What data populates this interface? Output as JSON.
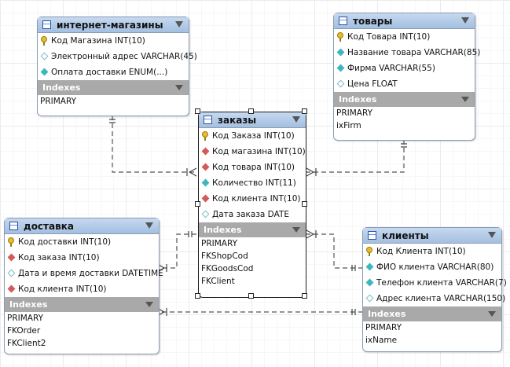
{
  "tables": [
    {
      "id": "internet_shops",
      "title": "интернет-магазины",
      "columns": [
        {
          "text": "Код Магазина INT(10)",
          "icon": "primary-key-icon"
        },
        {
          "text": "Электронный адрес VARCHAR(45)",
          "icon": "nullable-column-icon"
        },
        {
          "text": "Оплата доставки ENUM(...)",
          "icon": "not-null-column-icon"
        }
      ],
      "indexes_label": "Indexes",
      "indexes": [
        "PRIMARY"
      ]
    },
    {
      "id": "goods",
      "title": "товары",
      "columns": [
        {
          "text": "Код Товара INT(10)",
          "icon": "primary-key-icon"
        },
        {
          "text": "Название товара VARCHAR(85)",
          "icon": "not-null-column-icon"
        },
        {
          "text": "Фирма VARCHAR(55)",
          "icon": "not-null-column-icon"
        },
        {
          "text": "Цена FLOAT",
          "icon": "nullable-column-icon"
        }
      ],
      "indexes_label": "Indexes",
      "indexes": [
        "PRIMARY",
        "ixFirm"
      ]
    },
    {
      "id": "orders",
      "title": "заказы",
      "columns": [
        {
          "text": "Код Заказа INT(10)",
          "icon": "primary-key-icon"
        },
        {
          "text": "Код магазина INT(10)",
          "icon": "foreign-key-icon"
        },
        {
          "text": "Код товара INT(10)",
          "icon": "foreign-key-icon"
        },
        {
          "text": "Количество INT(11)",
          "icon": "not-null-column-icon"
        },
        {
          "text": "Код клиента INT(10)",
          "icon": "foreign-key-icon"
        },
        {
          "text": "Дата заказа DATE",
          "icon": "nullable-column-icon"
        }
      ],
      "indexes_label": "Indexes",
      "indexes": [
        "PRIMARY",
        "FKShopCod",
        "FKGoodsCod",
        "FKClient"
      ]
    },
    {
      "id": "delivery",
      "title": "доставка",
      "columns": [
        {
          "text": "Код доставки INT(10)",
          "icon": "primary-key-icon"
        },
        {
          "text": "Код заказа INT(10)",
          "icon": "foreign-key-icon"
        },
        {
          "text": "Дата и время доставки DATETIME",
          "icon": "nullable-column-icon"
        },
        {
          "text": "Код клиента INT(10)",
          "icon": "foreign-key-icon"
        }
      ],
      "indexes_label": "Indexes",
      "indexes": [
        "PRIMARY",
        "FKOrder",
        "FKClient2"
      ]
    },
    {
      "id": "clients",
      "title": "клиенты",
      "columns": [
        {
          "text": "Код Клиента INT(10)",
          "icon": "primary-key-icon"
        },
        {
          "text": "ФИО клиента VARCHAR(80)",
          "icon": "not-null-column-icon"
        },
        {
          "text": "Телефон клиента VARCHAR(7)",
          "icon": "not-null-column-icon"
        },
        {
          "text": "Адрес клиента VARCHAR(150)",
          "icon": "nullable-column-icon"
        }
      ],
      "indexes_label": "Indexes",
      "indexes": [
        "PRIMARY",
        "ixName"
      ]
    }
  ],
  "relationships": [
    {
      "from": "internet_shops",
      "to": "orders",
      "from_end": "one",
      "to_end": "many"
    },
    {
      "from": "goods",
      "to": "orders",
      "from_end": "one",
      "to_end": "many"
    },
    {
      "from": "orders",
      "to": "delivery",
      "from_end": "one",
      "to_end": "many"
    },
    {
      "from": "clients",
      "to": "orders",
      "from_end": "one",
      "to_end": "many"
    },
    {
      "from": "clients",
      "to": "delivery",
      "from_end": "one",
      "to_end": "many"
    }
  ],
  "colors": {
    "header_gradient_top": "#c6d9ef",
    "header_gradient_bottom": "#a3bfe0",
    "indexes_bar": "#a9a9a9",
    "foreign_key": "#d25a5a",
    "not_null": "#3fb6bf",
    "primary_key": "#e8bd28",
    "relationship_line": "#555555"
  },
  "selected_table": "orders"
}
